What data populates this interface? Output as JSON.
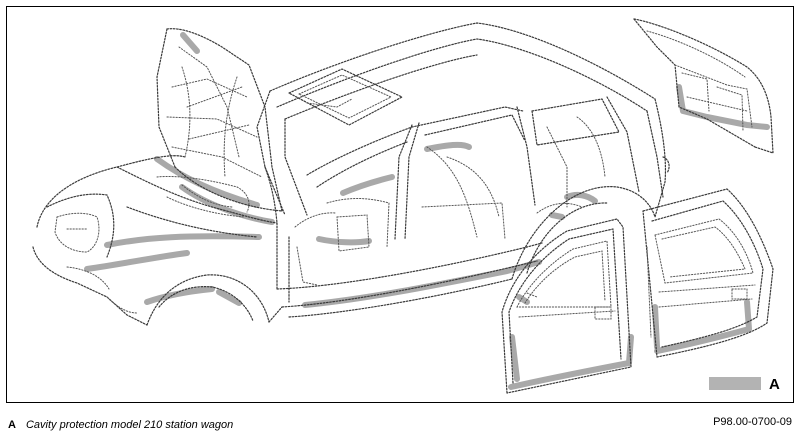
{
  "legend": {
    "key": "A",
    "color": "#a9a9a9"
  },
  "caption": {
    "key": "A",
    "text": "Cavity protection model 210 station wagon"
  },
  "document_ref": "P98.00-0700-09",
  "colors": {
    "line": "#3a3a3a",
    "protection": "#a9a9a9"
  }
}
